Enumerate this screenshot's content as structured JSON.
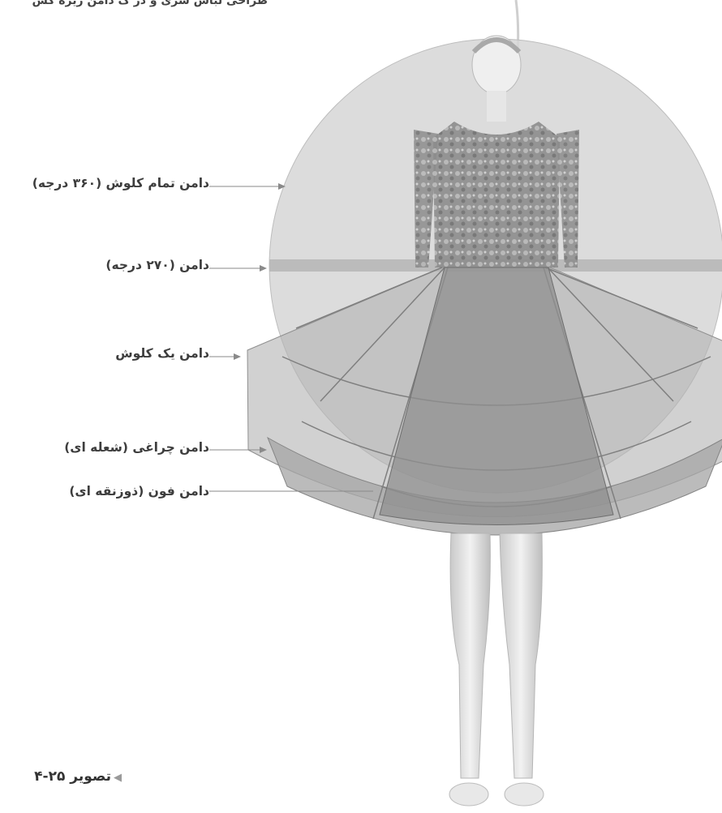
{
  "header": {
    "caption": "طراحی لباس سری و در ک دامن زیره کش"
  },
  "labels": {
    "full_circle": "دامن تمام کلوش (۳۶۰ درجه)",
    "three_quarter": "دامن (۲۷۰ درجه)",
    "half_circle": "دامن یک کلوش",
    "flared": "دامن چراغی (شعله ای)",
    "trapezoid": "دامن فون (ذوزنقه ای)"
  },
  "figure": {
    "caption": "تصویر ۲۵-۴"
  },
  "colors": {
    "circle_fill": "#d6d6d6",
    "skirt_outer": "#9e9e9e",
    "skirt_mid": "#a9a9a9",
    "skirt_inner": "#8f8f8f",
    "leader_line": "#8a8a8a",
    "label_text": "#3d3d3d"
  }
}
